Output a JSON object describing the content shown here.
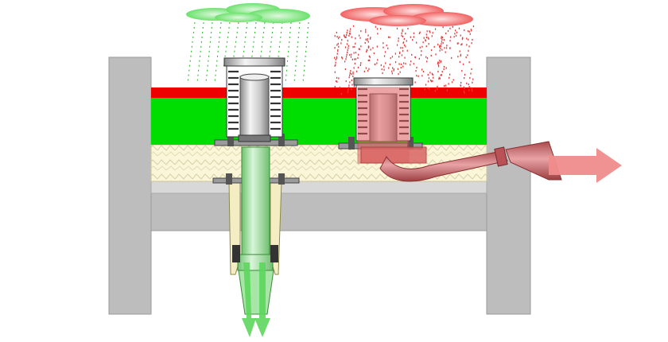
{
  "diagram": {
    "type": "roof-drain-cross-section",
    "left_drain": {
      "state": "correct",
      "color": "#22cc44",
      "rain_color": "#33bb33"
    },
    "right_drain": {
      "state": "incorrect",
      "color": "#e05a5a",
      "rain_color": "#e04040"
    },
    "colors": {
      "wall": "#bdbdbd",
      "membrane": "#ee0000",
      "green_layer": "#00dd00",
      "insulation": "#fbf6d8",
      "concrete_slab": "#d8d8d8",
      "drain_metal": "#d0d0d0",
      "pipe_green": "#8fdc8f",
      "pipe_red": "#c9686b",
      "arrow_green": "#5cd65c",
      "arrow_red": "#f08c8c"
    }
  }
}
